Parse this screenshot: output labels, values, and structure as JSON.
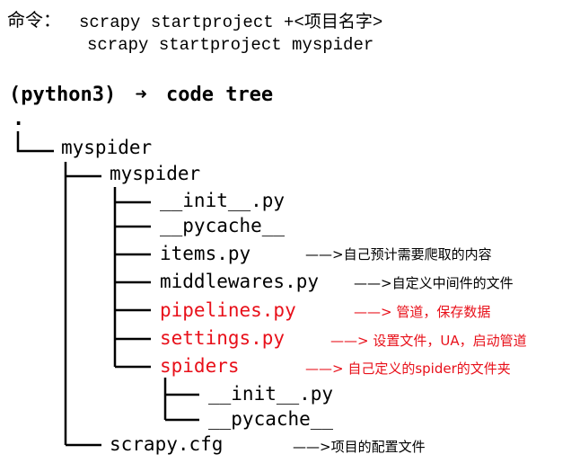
{
  "header": {
    "command_label": "命令：",
    "command_syntax": "scrapy startproject +<项目名字>",
    "command_example": "scrapy startproject myspider"
  },
  "terminal": {
    "prompt_env": "(python3)",
    "prompt_arrow": "➜",
    "prompt_command": "code tree",
    "root_dot": "."
  },
  "tree": {
    "root": "myspider",
    "package": "myspider",
    "init": "__init__.py",
    "pycache": "__pycache__",
    "items": "items.py",
    "middlewares": "middlewares.py",
    "pipelines": "pipelines.py",
    "settings": "settings.py",
    "spiders": "spiders",
    "spiders_init": "__init__.py",
    "spiders_pycache": "__pycache__",
    "cfg": "scrapy.cfg"
  },
  "notes": {
    "items": "——>自己预计需要爬取的内容",
    "middlewares": "——>自定义中间件的文件",
    "pipelines": "——> 管道，保存数据",
    "settings": "——> 设置文件，UA，启动管道",
    "spiders": "——> 自己定义的spider的文件夹",
    "cfg": "——>项目的配置文件"
  },
  "colors": {
    "text": "#000000",
    "highlight": "#e8101a",
    "background": "#ffffff"
  }
}
